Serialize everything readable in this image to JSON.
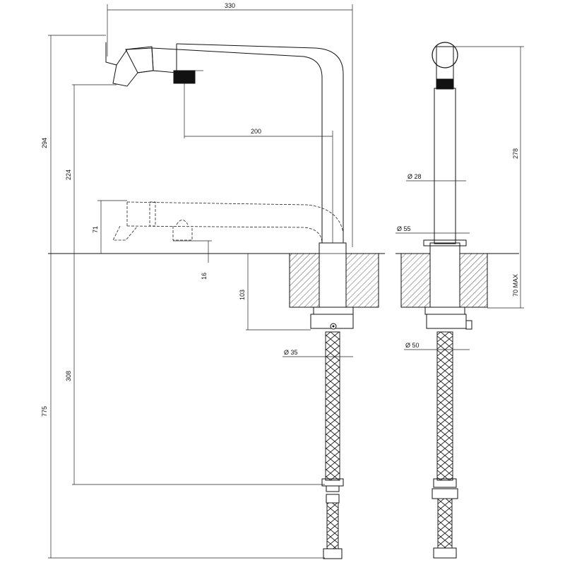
{
  "dimensions": {
    "total_width": "330",
    "spout_height": "294",
    "spout_to_counter": "224",
    "reach": "200",
    "pullout_height": "71",
    "pullout_offset": "16",
    "counter_depth": "103",
    "below_counter": "308",
    "total_height": "775",
    "body_diameter": "Ø 28",
    "base_diameter": "Ø 55",
    "shank_diameter_front": "Ø 35",
    "shank_diameter_side": "Ø 50",
    "side_height": "278",
    "max_thickness": "70 MAX"
  },
  "colors": {
    "line": "#111111",
    "knurl": "#111111",
    "hatch": "#555555"
  }
}
